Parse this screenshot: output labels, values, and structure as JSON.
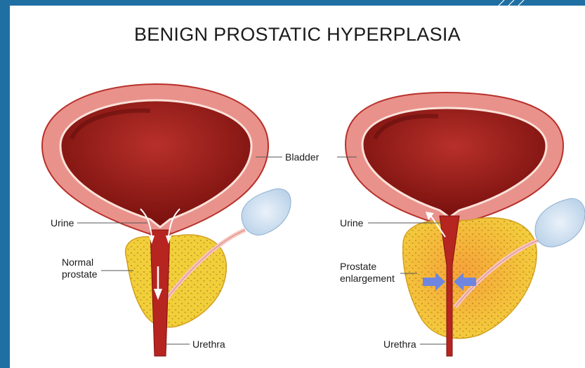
{
  "title": "BENIGN PROSTATIC HYPERPLASIA",
  "left_panel": {
    "labels": {
      "urine": "Urine",
      "normal_prostate": "Normal\nprostate",
      "urethra": "Urethra"
    }
  },
  "right_panel": {
    "labels": {
      "urine": "Urine",
      "prostate_enlargement": "Prostate\nenlargement",
      "urethra": "Urethra"
    }
  },
  "shared_labels": {
    "bladder": "Bladder"
  },
  "colors": {
    "frame": "#1f6fa3",
    "bladder_wall": "#e9928c",
    "bladder_inner": "#a8231d",
    "prostate": "#f1cf3a",
    "compression_arrow": "#6f86e0"
  }
}
